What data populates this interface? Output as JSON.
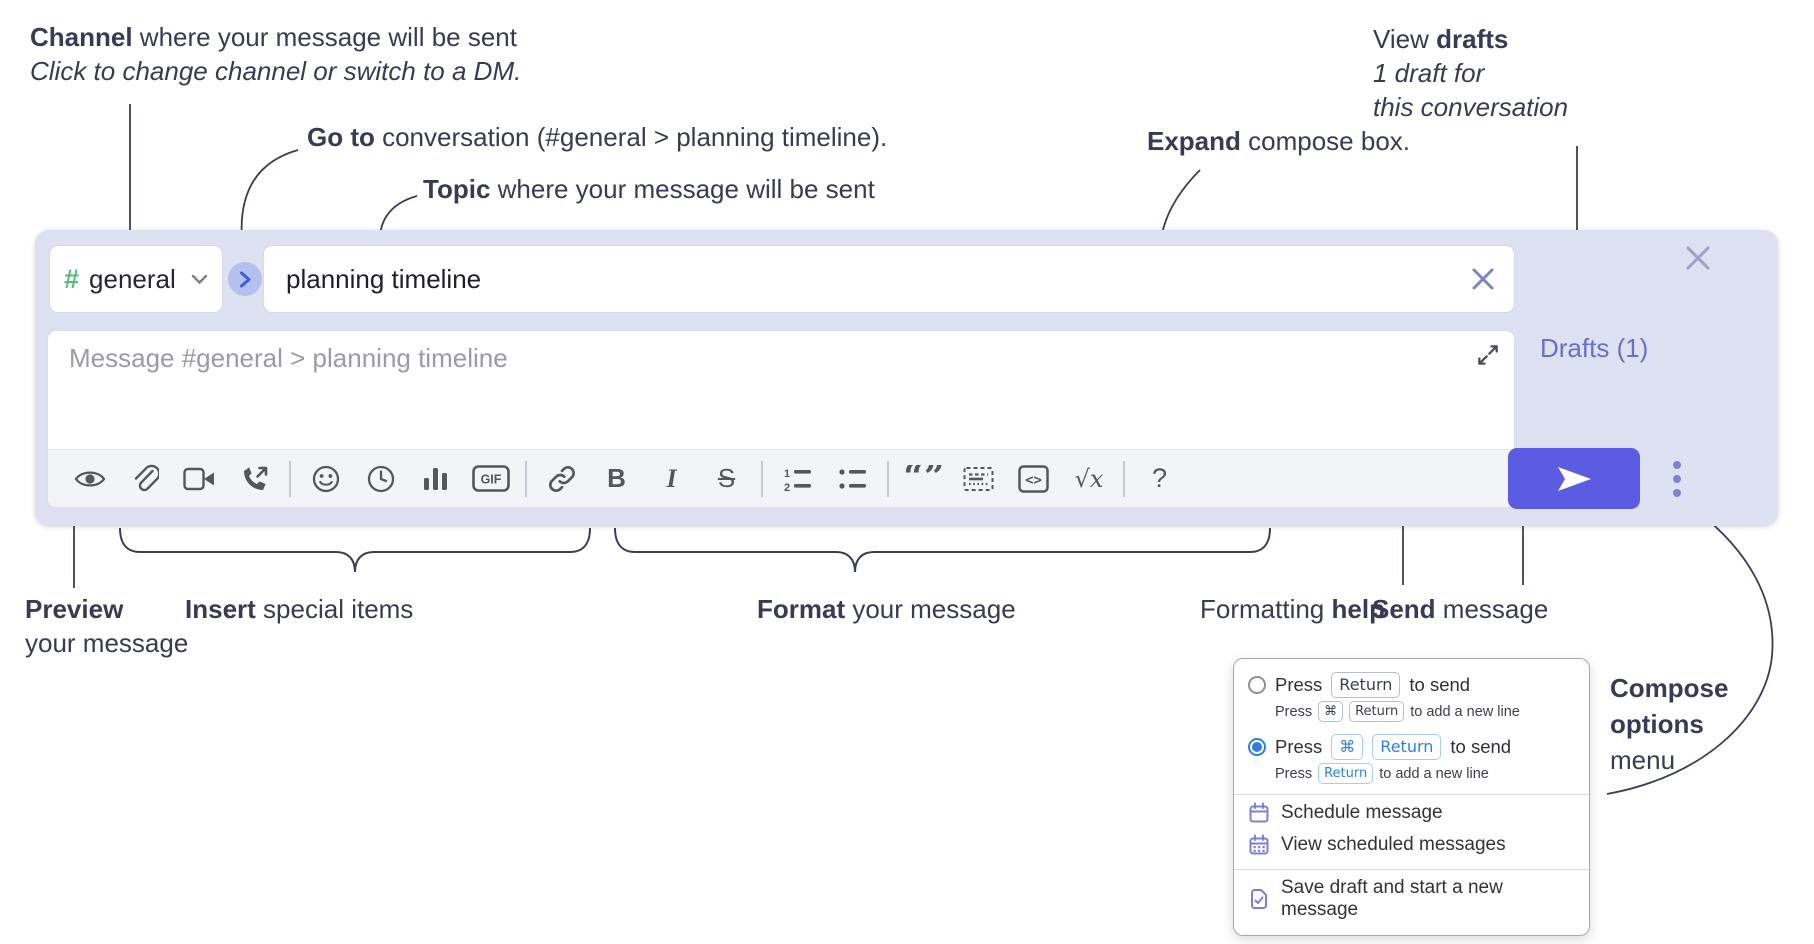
{
  "annotations": {
    "channel": {
      "bold": "Channel",
      "rest": " where your message will be sent",
      "line2": "Click to change channel or switch to a DM."
    },
    "goto": {
      "bold": "Go to",
      "rest": " conversation (#general > planning timeline)."
    },
    "topic": {
      "bold": "Topic",
      "rest": " where your message will be sent"
    },
    "expand": {
      "bold": "Expand",
      "rest": " compose box."
    },
    "drafts": {
      "pre": "View ",
      "bold": "drafts",
      "line2": "1 draft for",
      "line3": "this conversation"
    },
    "preview": {
      "bold": "Preview",
      "line2": "your message"
    },
    "insert": {
      "bold": "Insert",
      "rest": " special items"
    },
    "format": {
      "bold": "Format",
      "rest": " your message"
    },
    "help": {
      "pre": "Formatting ",
      "bold": "help"
    },
    "send": {
      "bold": "Send",
      "rest": " message"
    },
    "compose_options": {
      "bold1": "Compose",
      "bold2": "options",
      "line3": "menu"
    }
  },
  "compose": {
    "channel_selector": {
      "hash": "#",
      "channel_name": "general"
    },
    "topic_input": {
      "value": "planning timeline"
    },
    "message_input": {
      "placeholder": "Message #general > planning timeline"
    },
    "drafts_link": "Drafts (1)",
    "toolbar_labels": {
      "bold": "B",
      "italic": "I",
      "strike": "S",
      "gif": "GIF",
      "code": "<>",
      "math": "√x",
      "help": "?",
      "quote": "“”",
      "ol_1": "1",
      "ol_2": "2"
    },
    "toolbar_icons": [
      "preview",
      "attach-file",
      "video-call",
      "voice-call",
      "emoji",
      "schedule-time",
      "poll",
      "gif",
      "link",
      "bold",
      "italic",
      "strikethrough",
      "numbered-list",
      "bulleted-list",
      "quote",
      "spoiler",
      "code",
      "math",
      "help"
    ]
  },
  "popup": {
    "press": "Press",
    "to_send": "to send",
    "to_newline": "to add a new line",
    "return_key": "Return",
    "cmd_key": "⌘",
    "items": [
      "Schedule message",
      "View scheduled messages",
      "Save draft and start a new message"
    ]
  },
  "colors": {
    "compose_bg": "#dee1f2",
    "send_button": "#5b5ce2",
    "drafts_link": "#6a6fc6",
    "channel_hash_green": "#54bb7c",
    "popup_accent_blue": "#2f7fe0",
    "menu_icon_purple": "#7b80dd",
    "annotation_text": "#373b55"
  }
}
